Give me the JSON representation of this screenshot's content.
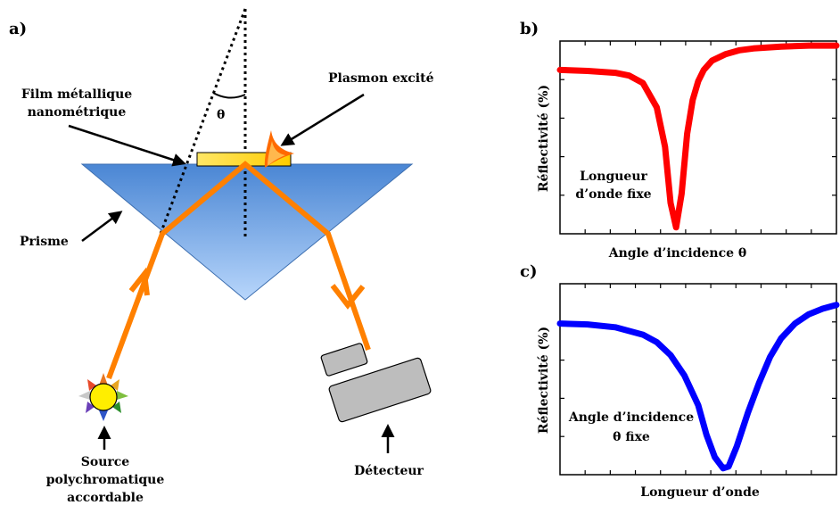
{
  "panel_a": {
    "panel_label": "a)",
    "angle_symbol": "θ",
    "film_label_line1": "Film métallique",
    "film_label_line2": "nanométrique",
    "plasmon_label": "Plasmon excité",
    "prism_label": "Prisme",
    "source_label_line1": "Source",
    "source_label_line2": "polychromatique",
    "source_label_line3": "accordable",
    "detector_label": "Détecteur",
    "colors": {
      "beam": "#ff8000",
      "prism_top": "#4a86d4",
      "prism_bottom": "#b8d6fb",
      "film": "#ffd700",
      "sun": "#ffee00",
      "detector": "#bdbdbd"
    }
  },
  "panel_b": {
    "panel_label": "b)",
    "ylabel": "Réflectivité (%)",
    "xlabel": "Angle d’incidence θ",
    "annotation_line1": "Longueur",
    "annotation_line2": "d’onde fixe",
    "color": "#ff0000"
  },
  "panel_c": {
    "panel_label": "c)",
    "ylabel": "Réflectivité (%)",
    "xlabel": "Longueur d’onde",
    "annotation_line1": "Angle d’incidence",
    "annotation_line2": "θ fixe",
    "color": "#0000ff"
  },
  "chart_data": [
    {
      "type": "line",
      "title": "",
      "xlabel": "Angle d’incidence θ",
      "ylabel": "Réflectivité (%)",
      "xlim": [
        0,
        10
      ],
      "ylim": [
        0,
        100
      ],
      "series": [
        {
          "color": "#ff0000",
          "x": [
            0,
            1,
            2,
            2.5,
            3,
            3.5,
            3.8,
            4.0,
            4.2,
            4.4,
            4.6,
            4.8,
            5.0,
            5.2,
            5.5,
            6,
            6.5,
            7,
            8,
            9,
            10
          ],
          "y": [
            86,
            85.5,
            84.5,
            83,
            79,
            66,
            45,
            15,
            2,
            20,
            52,
            70,
            80,
            86,
            91,
            94.5,
            96.5,
            97.5,
            98.5,
            99,
            99
          ]
        }
      ]
    },
    {
      "type": "line",
      "title": "",
      "xlabel": "Longueur d’onde",
      "ylabel": "Réflectivité (%)",
      "xlim": [
        0,
        10
      ],
      "ylim": [
        0,
        100
      ],
      "series": [
        {
          "color": "#0000ff",
          "x": [
            0,
            1,
            2,
            3,
            3.5,
            4,
            4.5,
            5,
            5.3,
            5.6,
            5.9,
            6.1,
            6.4,
            6.8,
            7.2,
            7.6,
            8,
            8.5,
            9,
            9.5,
            10
          ],
          "y": [
            80,
            79.5,
            78,
            74,
            70,
            63,
            52,
            36,
            20,
            8,
            2,
            3,
            14,
            32,
            48,
            62,
            72,
            80,
            85,
            88,
            90
          ]
        }
      ]
    }
  ]
}
